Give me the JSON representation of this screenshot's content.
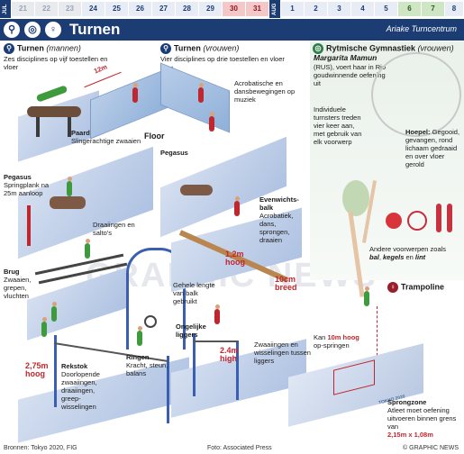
{
  "calendar": {
    "months": [
      "JUL",
      "AUG"
    ],
    "july_days": [
      "21",
      "22",
      "23",
      "24",
      "25",
      "26",
      "27",
      "28",
      "29",
      "30",
      "31"
    ],
    "aug_days": [
      "1",
      "2",
      "3",
      "4",
      "5",
      "6",
      "7",
      "8"
    ]
  },
  "header": {
    "title": "Turnen",
    "venue": "Ariake Turncentrum"
  },
  "men": {
    "heading": "Turnen",
    "heading_suffix": "(mannen)",
    "intro": "Zes disciplines op vijf toestellen en vloer",
    "paard_title": "Paard",
    "paard_desc": "Slingerachtige zwaaien",
    "pegasus_title": "Pegasus",
    "pegasus_desc": "Springplank na 25m aanloop",
    "draaiingen": "Draaiingen en salto's",
    "brug_title": "Brug",
    "brug_desc": "Zwaaien, grepen, vluchten",
    "rekstok_height": "2,75m hoog",
    "rekstok_title": "Rekstok",
    "rekstok_desc": "Doorlopende zwaaiingen, draaiingen, greep-wisselingen",
    "ringen_title": "Ringen",
    "ringen_desc": "Kracht, steun, balans"
  },
  "women": {
    "heading": "Turnen",
    "heading_suffix": "(vrouwen)",
    "intro": "Vier disciplines op drie toestellen en vloer",
    "floor_size": "12m",
    "floor_desc": "Acrobatische en dansbewegingen op muziek",
    "floor_label": "Floor",
    "pegasus_title": "Pegasus",
    "balk_title": "Evenwichts-balk",
    "balk_desc": "Acrobatiek, dans, sprongen, draaien",
    "balk_height": "1,2m hoog",
    "balk_width": "10cm breed",
    "balk_length_note": "Gehele lengte van balk gebruikt",
    "liggers_title": "Ongelijke liggers",
    "liggers_height": "2.4m high",
    "liggers_desc": "Zwaaiingen en wisselingen tussen liggers"
  },
  "rhythmic": {
    "heading": "Rytmische Gymnastiek",
    "heading_suffix": "(vrouwen)",
    "athlete_name": "Margarita Mamun",
    "athlete_desc": "(RUS), voert haar in Rio goudwinnende oefening uit",
    "individual": "Individuele turnsters treden vier keer aan, met gebruik van elk voorwerp",
    "hoepel_title": "Hoepel:",
    "hoepel_desc": "Gegooid, gevangen, rond lichaam gedraaid en over vloer gerold",
    "other_objects_prefix": "Andere voorwerpen zoals",
    "obj1": "bal",
    "obj2": "kegels",
    "obj_and": "en",
    "obj3": "lint"
  },
  "trampoline": {
    "heading": "Trampoline",
    "jump_prefix": "Kan",
    "jump_height": "10m hoog",
    "jump_suffix": "op-springen",
    "zone_title": "Sprongzone",
    "zone_desc": "Atleet moet oefening uitvoeren binnen grens van",
    "zone_size": "2,15m x 1,08m",
    "mat_text": "TOKYO 2020"
  },
  "footer": {
    "sources": "Bronnen: Tokyo 2020, FIG",
    "photo": "Foto: Associated Press",
    "copyright": "© GRAPHIC NEWS"
  },
  "watermark": "GRAPHIC NEWS",
  "colors": {
    "navy": "#1c3d73",
    "green": "#2e7d4a",
    "red": "#c0262e"
  }
}
